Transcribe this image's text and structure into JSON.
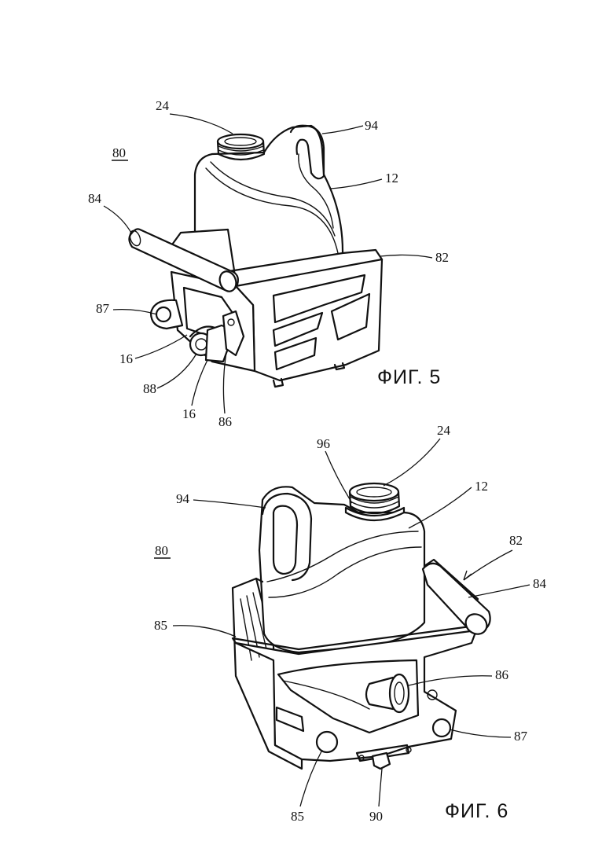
{
  "figures": [
    {
      "caption": "ФИГ. 5",
      "assembly_ref": "80",
      "labels": {
        "cap": "24",
        "handle": "94",
        "container": "12",
        "handle_bar": "84",
        "frame": "82",
        "lug": "87",
        "valve_left": "16",
        "fitting": "88",
        "valve_bottom": "16",
        "pivot": "86"
      }
    },
    {
      "caption": "ФИГ. 6",
      "assembly_ref": "80",
      "labels": {
        "cap": "24",
        "collar": "96",
        "handle": "94",
        "container": "12",
        "frame": "82",
        "handle_bar": "84",
        "side": "85",
        "pivot": "86",
        "lug": "87",
        "hole": "85",
        "latch": "90"
      }
    }
  ]
}
